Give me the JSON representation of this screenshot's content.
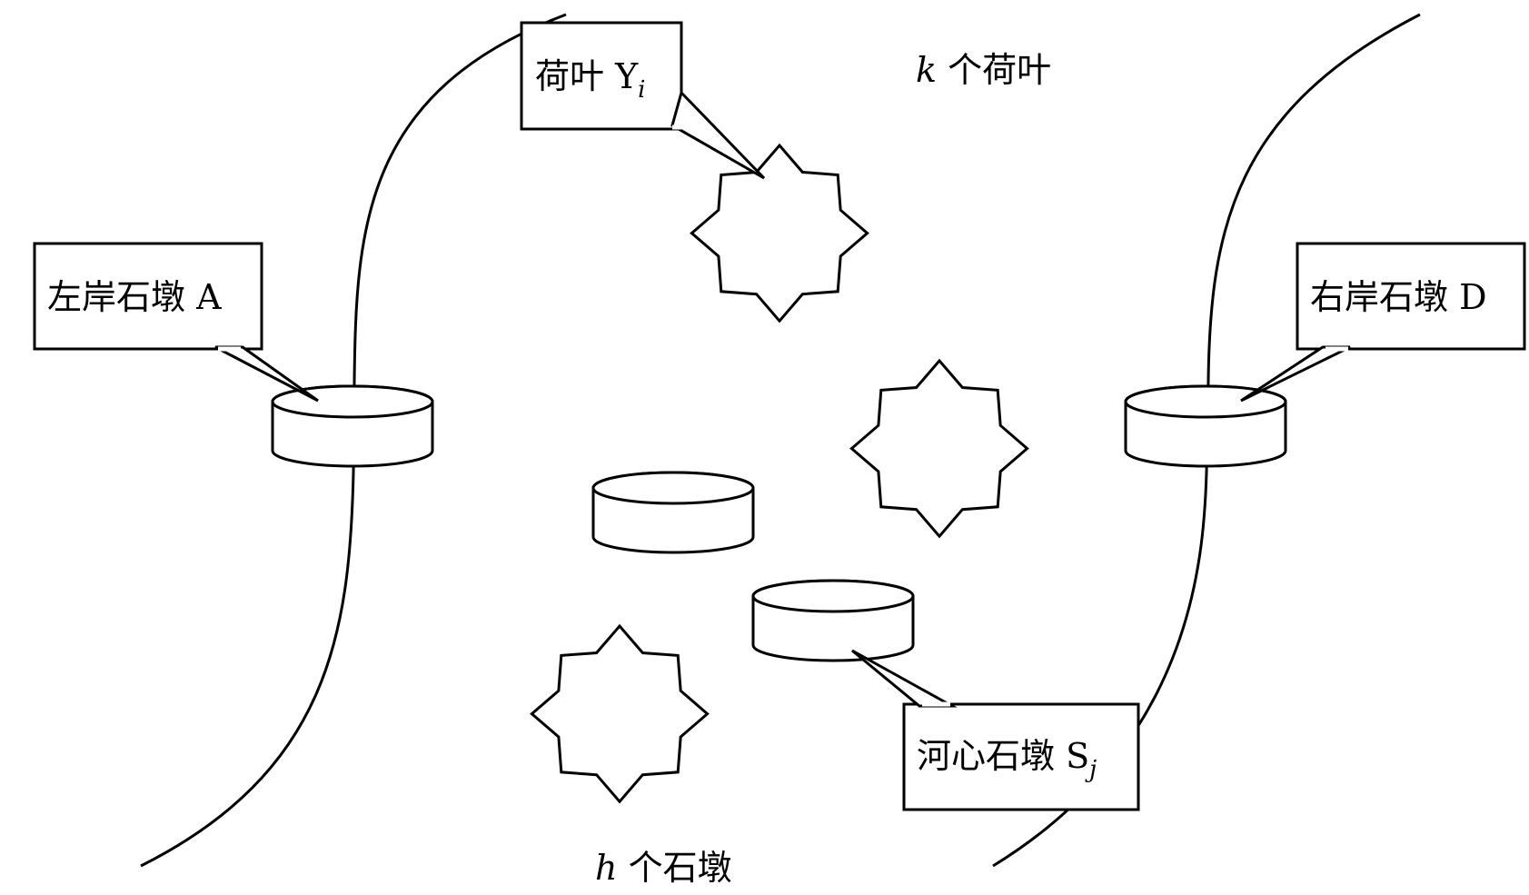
{
  "labels": {
    "leaf_callout": "荷叶 Y",
    "leaf_callout_sub": "i",
    "leaf_count_var": "k",
    "leaf_count_text": " 个荷叶",
    "left_pier": "左岸石墩 A",
    "right_pier": "右岸石墩 D",
    "river_pier": "河心石墩 S",
    "river_pier_sub": "j",
    "pier_count_var": "h",
    "pier_count_text": " 个石墩"
  },
  "icons": {
    "stone_pier": "cylinder-icon",
    "lily_pad": "eight-point-star-icon"
  },
  "colors": {
    "stroke": "#000000",
    "fill": "#ffffff"
  }
}
